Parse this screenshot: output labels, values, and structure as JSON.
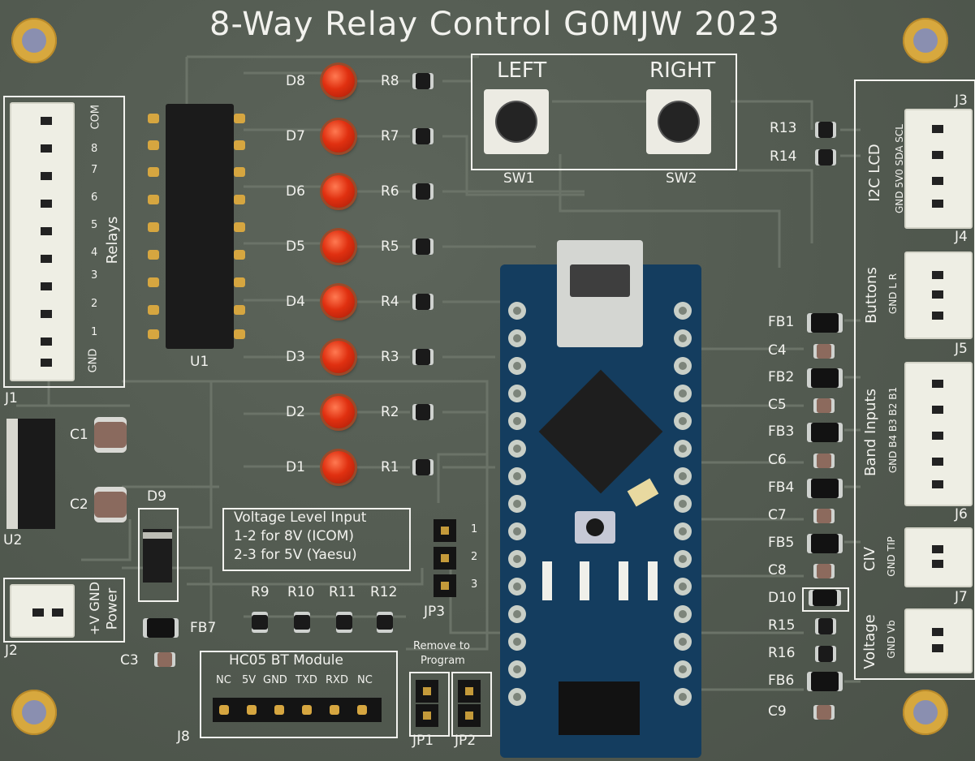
{
  "title": "8-Way Relay Control G0MJW 2023",
  "leds": [
    "D8",
    "D7",
    "D6",
    "D5",
    "D4",
    "D3",
    "D2",
    "D1"
  ],
  "resistors": [
    "R8",
    "R7",
    "R6",
    "R5",
    "R4",
    "R3",
    "R2",
    "R1"
  ],
  "j1": {
    "ref": "J1",
    "label": "Relays",
    "pins": [
      "COM",
      "8",
      "7",
      "6",
      "5",
      "4",
      "3",
      "2",
      "1",
      "GND"
    ]
  },
  "u1": "U1",
  "u2": "U2",
  "caps_left": [
    "C1",
    "C2"
  ],
  "d9": "D9",
  "j2": {
    "ref": "J2",
    "label": "Power",
    "pins": "+V GND"
  },
  "fb7": "FB7",
  "c3": "C3",
  "buttons": {
    "left_label": "LEFT",
    "right_label": "RIGHT",
    "sw1": "SW1",
    "sw2": "SW2"
  },
  "r_top": [
    "R13",
    "R14"
  ],
  "right_col": [
    "FB1",
    "C4",
    "FB2",
    "C5",
    "FB3",
    "C6",
    "FB4",
    "C7",
    "FB5",
    "C8",
    "D10",
    "R15",
    "R16",
    "FB6",
    "C9"
  ],
  "j3": {
    "ref": "J3",
    "label": "I2C LCD",
    "pins": "GND 5V0 SDA SCL"
  },
  "j4": {
    "ref": "J4",
    "label": "Buttons",
    "pins": "GND    L    R"
  },
  "j5": {
    "ref": "J5",
    "label": "Band Inputs",
    "pins": "GND B4  B3  B2  B1"
  },
  "j6": {
    "ref": "J6",
    "label": "CIV",
    "pins": "GND TIP"
  },
  "j7": {
    "ref": "J7",
    "label": "Voltage",
    "pins": "GND Vb"
  },
  "voltage_note": [
    "Voltage Level Input",
    "1-2 for 8V (ICOM)",
    "2-3 for 5V (Yaesu)"
  ],
  "jp3": {
    "ref": "JP3",
    "pins": [
      "1",
      "2",
      "3"
    ]
  },
  "r_bottom": [
    "R9",
    "R10",
    "R11",
    "R12"
  ],
  "j8": {
    "title": "HC05 BT Module",
    "pins": [
      "NC",
      "5V",
      "GND",
      "TXD",
      "RXD",
      "NC"
    ],
    "ref": "J8"
  },
  "program_note": [
    "Remove to",
    "Program"
  ],
  "jp1": "JP1",
  "jp2": "JP2"
}
